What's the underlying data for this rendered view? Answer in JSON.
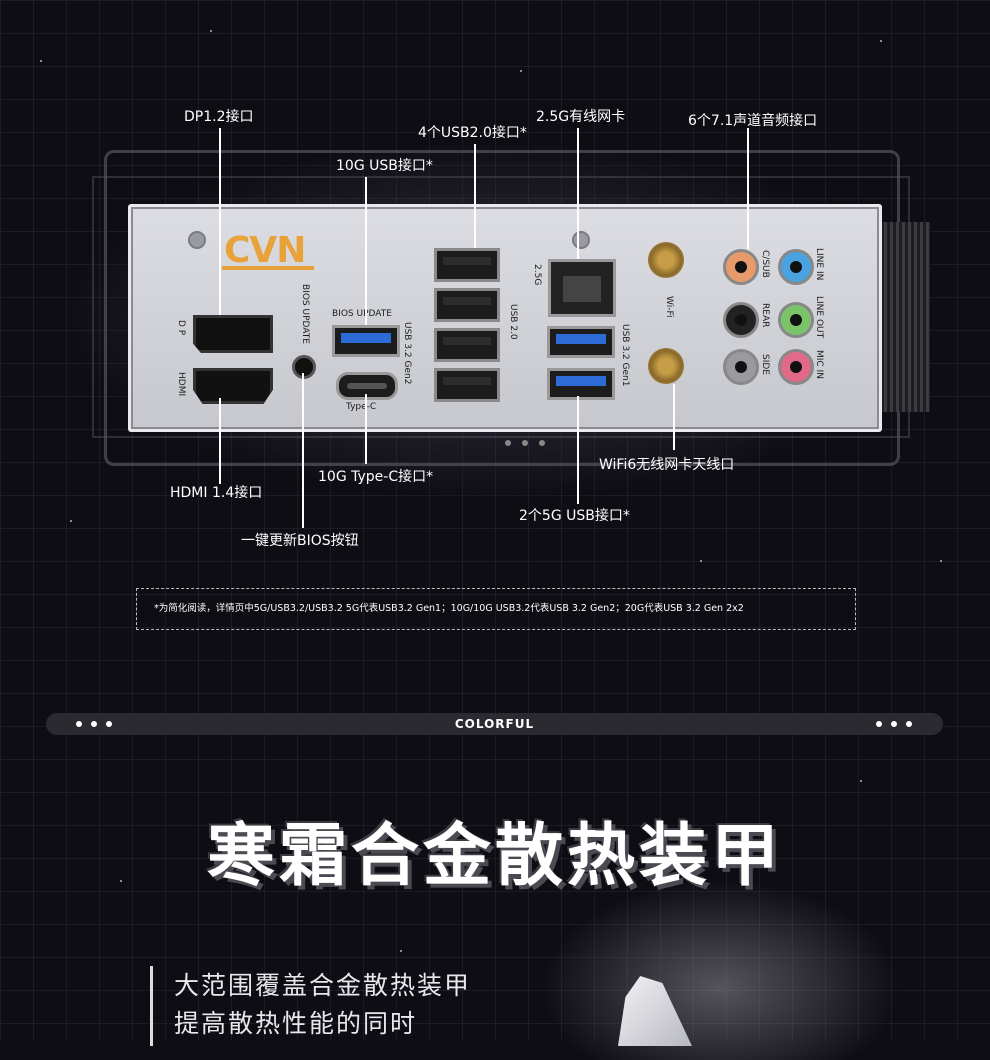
{
  "callouts": {
    "dp": "DP1.2接口",
    "usb20": "4个USB2.0接口*",
    "lan": "2.5G有线网卡",
    "audio": "6个7.1声道音频接口",
    "usb10g": "10G USB接口*",
    "hdmi": "HDMI 1.4接口",
    "typec": "10G Type-C接口*",
    "bios": "一键更新BIOS按钮",
    "wifi": "WiFi6无线网卡天线口",
    "usb5g": "2个5G USB接口*"
  },
  "panel": {
    "logo": "CVN",
    "dp_label": "D P",
    "hdmi_label": "HDMI",
    "bios_update_vert": "BIOS UPDATE",
    "bios_update_small": "BIOS UPDATE",
    "usb32gen2": "USB 3.2 Gen2",
    "typec_label": "Type-C",
    "usb20_label": "USB 2.0",
    "lan_label": "2.5G",
    "usb32gen1": "USB 3.2 Gen1",
    "wifi_label": "Wi-Fi",
    "audio_labels": [
      "C/SUB",
      "LINE IN",
      "REAR",
      "LINE OUT",
      "SIDE",
      "MIC IN"
    ]
  },
  "note": "*为简化阅读，详情页中5G/USB3.2/USB3.2 5G代表USB3.2 Gen1；10G/10G USB3.2代表USB 3.2 Gen2；20G代表USB 3.2 Gen 2x2",
  "section_bar": {
    "title": "COLORFUL"
  },
  "feature": {
    "title": "寒霜合金散热装甲",
    "desc_line1": "大范围覆盖合金散热装甲",
    "desc_line2": "提高散热性能的同时"
  },
  "colors": {
    "accent_logo": "#e8a23a",
    "usb_blue": "#2d6bd6",
    "background": "#0f0d14"
  }
}
